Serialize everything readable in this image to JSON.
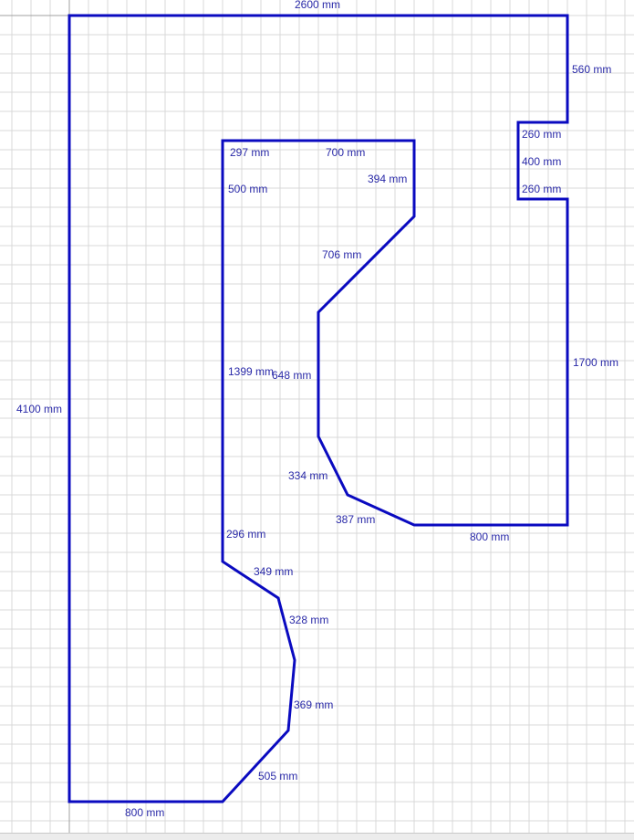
{
  "colors": {
    "outline": "#0a0ac0",
    "label": "#2a2aa8",
    "grid": "#d9d9d9",
    "axis": "#a0a0a0"
  },
  "dimensions": {
    "top": "2600 mm",
    "right_top": "560 mm",
    "notch_top": "260 mm",
    "notch_depth": "400 mm",
    "notch_bottom": "260 mm",
    "right_lower": "1700 mm",
    "left": "4100 mm",
    "bottom": "800 mm",
    "inner_top_left": "297 mm",
    "inner_top": "700 mm",
    "inner_right": "394 mm",
    "inner_left_upper": "500 mm",
    "inner_diag": "706 mm",
    "inner_left_mid": "1399 mm",
    "inner_vertical": "648 mm",
    "inner_lower_diag1": "334 mm",
    "inner_lower_diag2": "387 mm",
    "inner_bottom": "800 mm",
    "inner_left_lower": "296 mm",
    "curve_1": "349 mm",
    "curve_2": "328 mm",
    "curve_3": "369 mm",
    "curve_4": "505 mm"
  }
}
